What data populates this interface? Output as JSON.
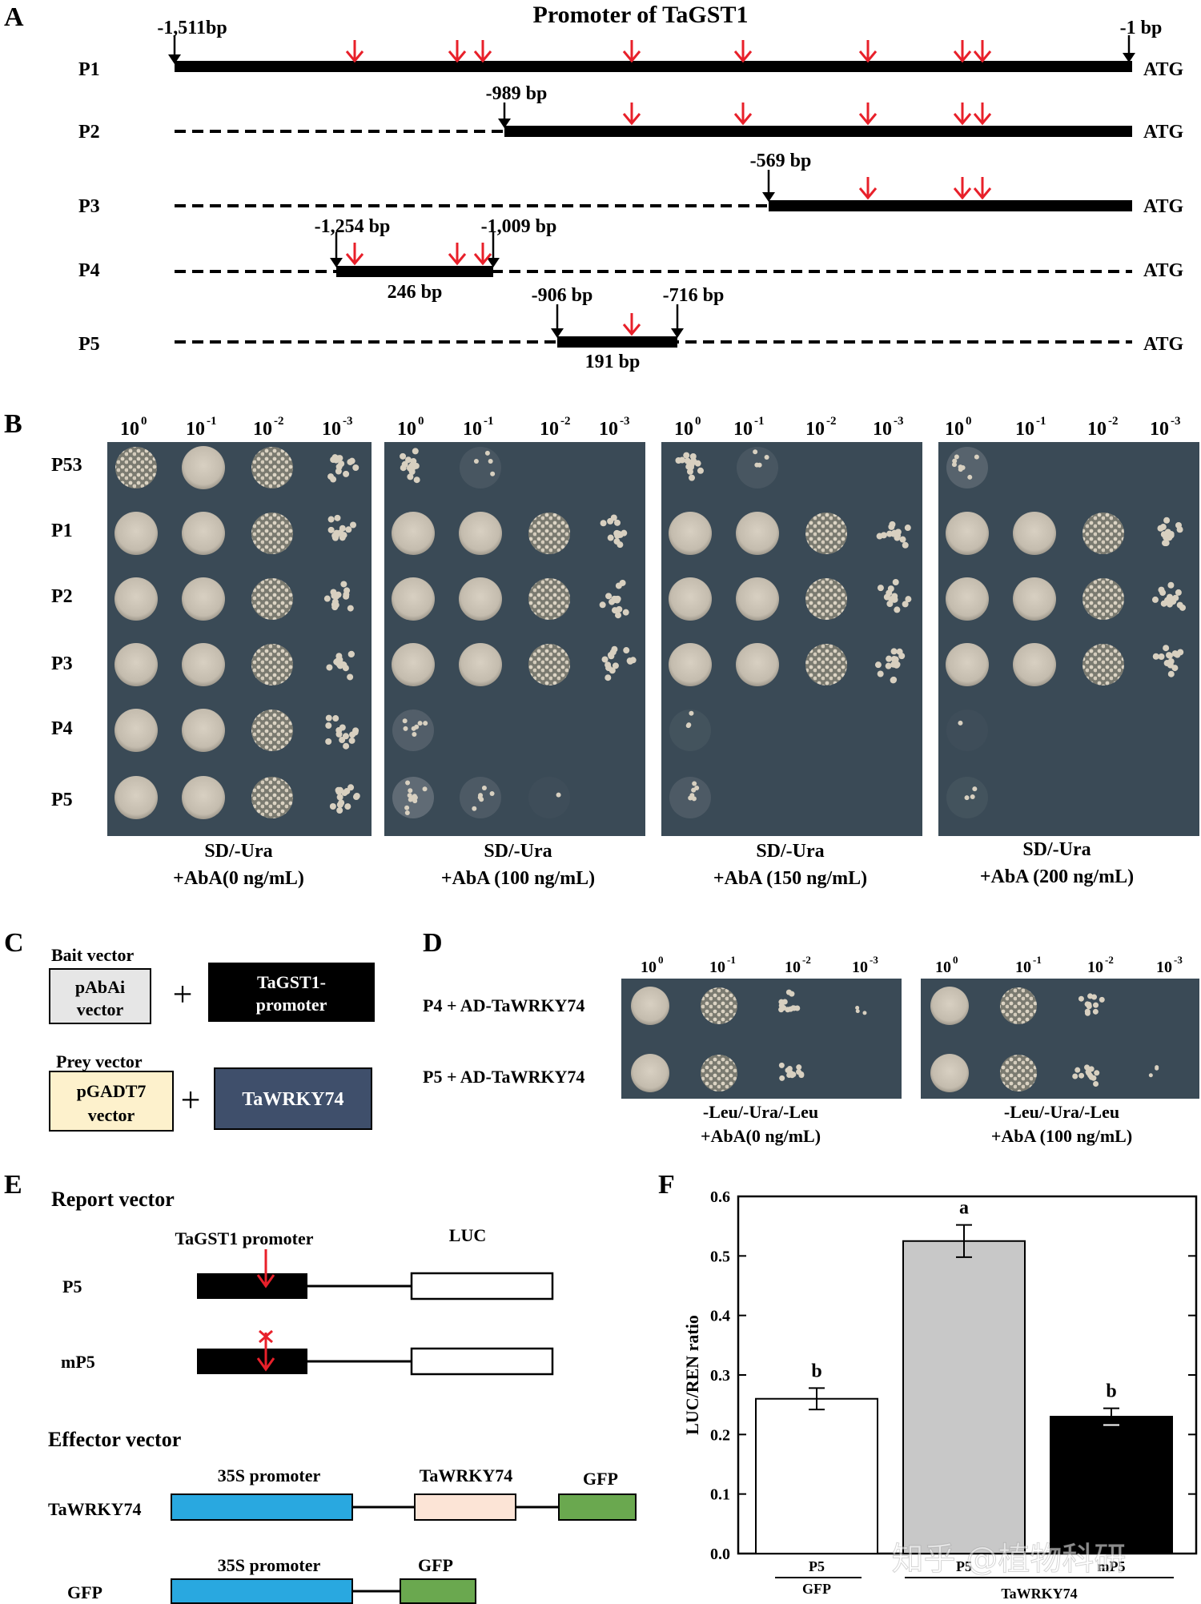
{
  "panels": {
    "a": "A",
    "b": "B",
    "c": "C",
    "d": "D",
    "e": "E",
    "f": "F"
  },
  "panel_a": {
    "title": "Promoter of TaGST1",
    "start_label": "-1,511bp",
    "end_label": "-1 bp",
    "atg": "ATG",
    "rows": [
      {
        "name": "P1"
      },
      {
        "name": "P2",
        "marker": "-989 bp"
      },
      {
        "name": "P3",
        "marker": "-569 bp"
      },
      {
        "name": "P4",
        "marker_left": "-1,254 bp",
        "marker_right": "-1,009 bp",
        "length": "246 bp"
      },
      {
        "name": "P5",
        "marker_left": "-906 bp",
        "marker_right": "-716 bp",
        "length": "191 bp"
      }
    ]
  },
  "panel_b": {
    "dilutions": [
      "10",
      "10",
      "10",
      "10"
    ],
    "exponents": [
      "0",
      "-1",
      "-2",
      "-3"
    ],
    "rows": [
      "P53",
      "P1",
      "P2",
      "P3",
      "P4",
      "P5"
    ],
    "conditions": [
      {
        "line1": "SD/-Ura",
        "line2": "+AbA(0 ng/mL)"
      },
      {
        "line1": "SD/-Ura",
        "line2": "+AbA (100 ng/mL)"
      },
      {
        "line1": "SD/-Ura",
        "line2": "+AbA (150 ng/mL)"
      },
      {
        "line1": "SD/-Ura",
        "line2": "+AbA (200 ng/mL)"
      }
    ]
  },
  "panel_c": {
    "bait_title": "Bait vector",
    "bait_box_1": "pAbAi",
    "bait_box_2": "vector",
    "promoter_box_1": "TaGST1-",
    "promoter_box_2": "promoter",
    "prey_title": "Prey vector",
    "prey_box_1": "pGADT7",
    "prey_box_2": "vector",
    "wrky_box": "TaWRKY74",
    "plus": "+"
  },
  "panel_d": {
    "rows": [
      "P4 + AD-TaWRKY74",
      "P5 + AD-TaWRKY74"
    ],
    "conditions": [
      {
        "line1": "-Leu/-Ura/-Leu",
        "line2": "+AbA(0 ng/mL)"
      },
      {
        "line1": "-Leu/-Ura/-Leu",
        "line2": "+AbA (100 ng/mL)"
      }
    ]
  },
  "panel_e": {
    "report_title": "Report vector",
    "promoter_label": "TaGST1 promoter",
    "luc_label": "LUC",
    "row_p5": "P5",
    "row_mp5": "mP5",
    "effector_title": "Effector vector",
    "row_wrky": "TaWRKY74",
    "row_gfp": "GFP",
    "s35_label_1": "35S promoter",
    "s35_label_2": "35S promoter",
    "wrky_label": "TaWRKY74",
    "gfp_label_1": "GFP",
    "gfp_label_2": "GFP"
  },
  "colors": {
    "red_arrow": "#e8202a",
    "plate_bg": "#3a4a56",
    "blue_35s": "#29a8e0",
    "green_gfp": "#6aa84f",
    "peach_wrky": "#fce4d6",
    "prey_bg": "#fdf1cc",
    "bait_bg": "#e6e6e6",
    "wrky_box": "#3f4f6b",
    "bar_gray": "#c8c8c8"
  },
  "watermark": "知乎 @植物科研",
  "chart_data": {
    "type": "bar",
    "categories": [
      "P5",
      "P5",
      "mP5"
    ],
    "groups": [
      "GFP",
      "TaWRKY74"
    ],
    "values": [
      0.26,
      0.525,
      0.23
    ],
    "errors": [
      0.018,
      0.027,
      0.014
    ],
    "letters": [
      "b",
      "a",
      "b"
    ],
    "bar_colors": [
      "#ffffff",
      "#c8c8c8",
      "#000000"
    ],
    "ylabel": "LUC/REN ratio",
    "ylim": [
      0,
      0.6
    ],
    "yticks": [
      "0.0",
      "0.1",
      "0.2",
      "0.3",
      "0.4",
      "0.5",
      "0.6"
    ],
    "grid": false
  }
}
